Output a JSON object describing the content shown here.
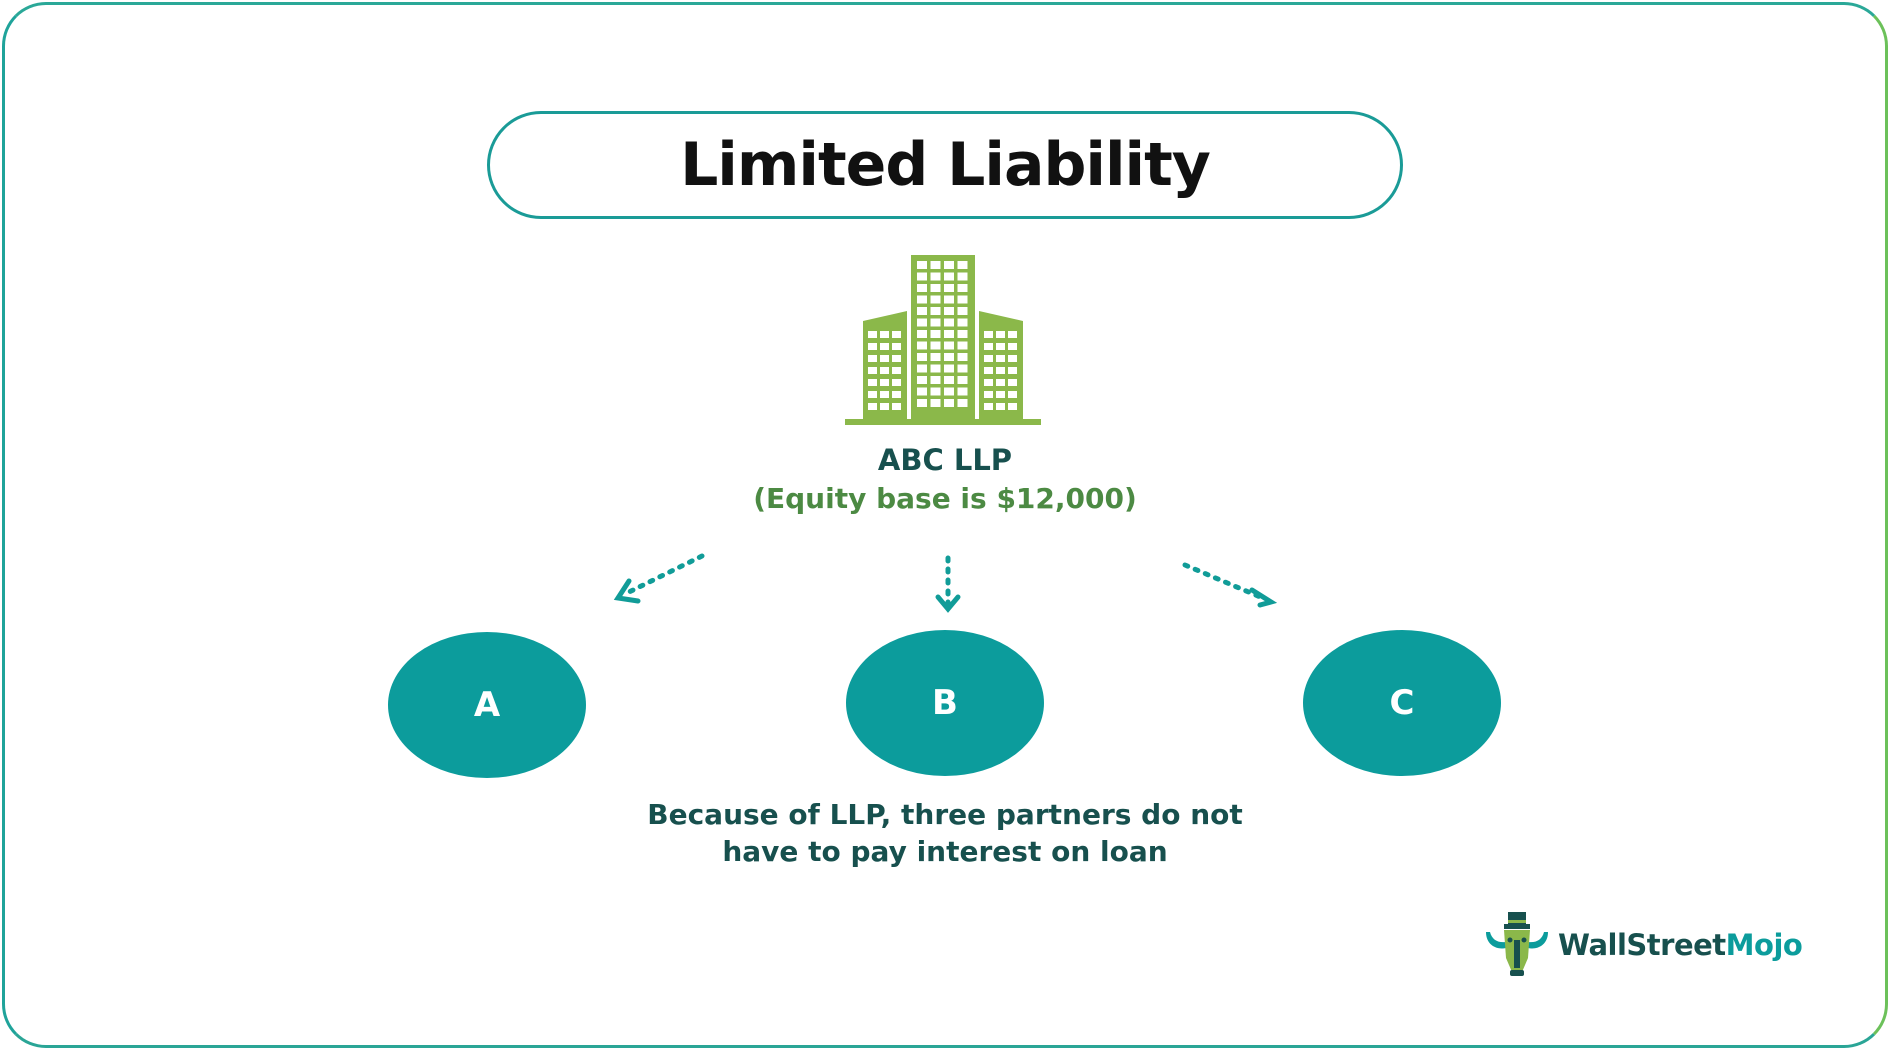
{
  "title": "Limited Liability",
  "company": {
    "name": "ABC LLP",
    "subtitle": "(Equity base is $12,000)",
    "icon": "office-building-icon"
  },
  "partners": [
    {
      "label": "A"
    },
    {
      "label": "B"
    },
    {
      "label": "C"
    }
  ],
  "caption": {
    "line1": "Because of LLP, three partners do not",
    "line2": "have to pay interest on loan"
  },
  "brand": {
    "part1": "WallStreet",
    "part2": "Mojo",
    "icon": "bull-mascot-icon"
  },
  "colors": {
    "teal": "#0c9c9c",
    "dark_teal": "#17504e",
    "green": "#8bb84a",
    "subtitle_green": "#4c8a43"
  }
}
